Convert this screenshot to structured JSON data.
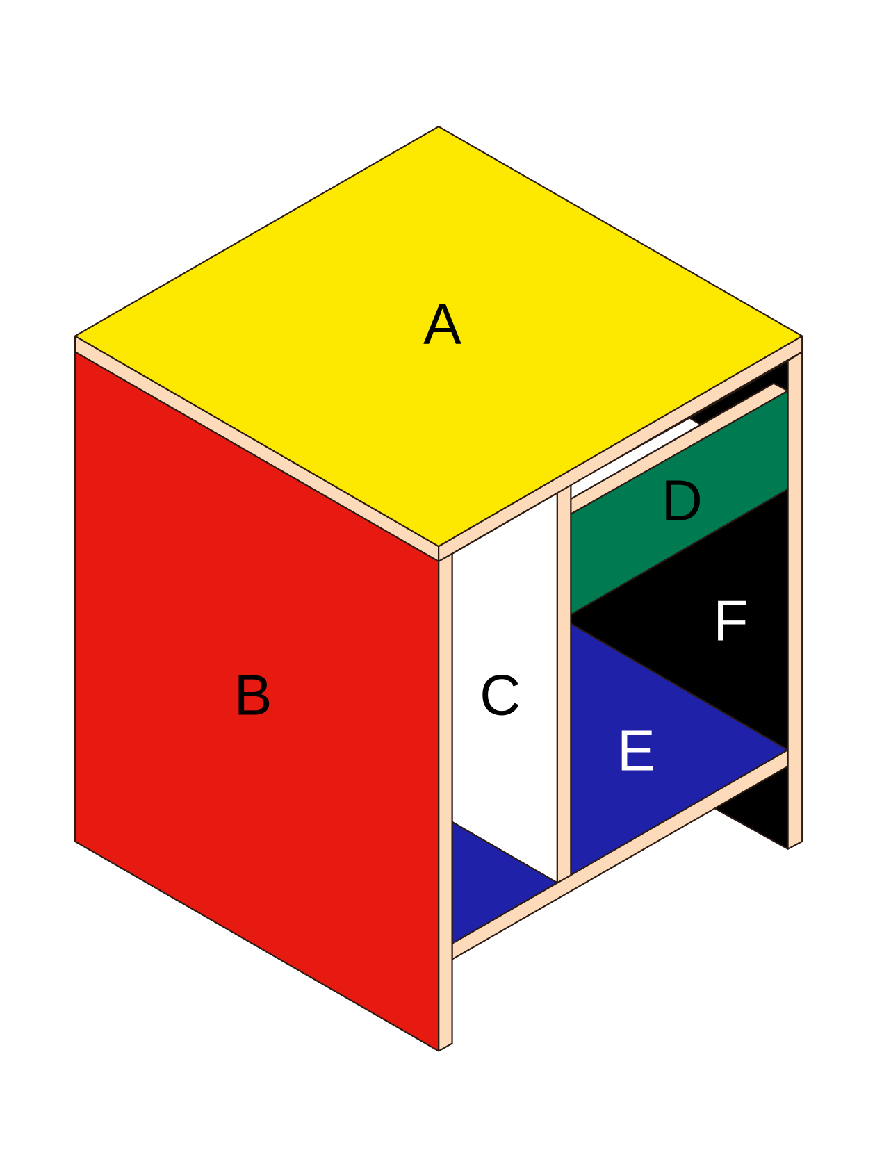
{
  "labels": {
    "a": "A",
    "b": "B",
    "c": "C",
    "d": "D",
    "e": "E",
    "f": "F"
  },
  "colors": {
    "top": "#fde800",
    "front": "#e61a10",
    "wood": "#fddbba",
    "white": "#ffffff",
    "green": "#007a50",
    "blue": "#1f22a8",
    "black": "#000000"
  }
}
